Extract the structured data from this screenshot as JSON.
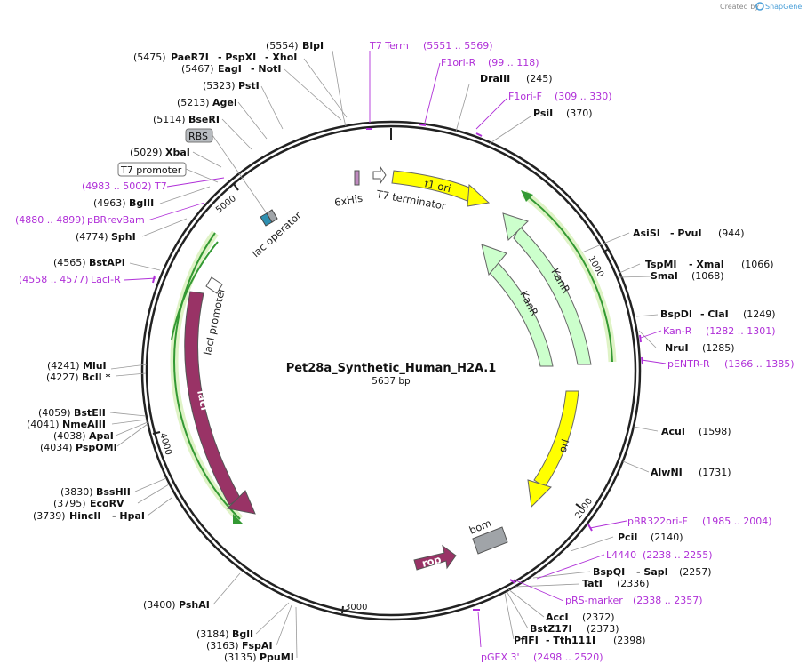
{
  "header": {
    "credit_text": "Created by",
    "credit_brand": "SnapGene"
  },
  "plasmid": {
    "name": "Pet28a_Synthetic_Human_H2A.1",
    "size": "5637 bp"
  },
  "ticks": [
    "1000",
    "2000",
    "3000",
    "4000",
    "5000"
  ],
  "features": {
    "f1_ori": "f1 ori",
    "kanr_outer": "KanR",
    "kanr_inner": "KanR",
    "ori": "ori",
    "bom": "bom",
    "rop": "rop",
    "laci": "lacI",
    "laci_promoter": "lacI promoter",
    "lac_operator": "lac operator",
    "his_tag": "6xHis",
    "t7_terminator": "T7 terminator",
    "rbs": "RBS",
    "t7_promoter": "T7 promoter"
  },
  "sites": [
    {
      "pos": "(5554)",
      "name": "BlpI"
    },
    {
      "pos": "(5475)",
      "name": "PaeR7I",
      "extra": "- PspXI",
      "extra2": "- XhoI"
    },
    {
      "pos": "(5467)",
      "name": "EagI",
      "extra": "- NotI"
    },
    {
      "pos": "(5323)",
      "name": "PstI"
    },
    {
      "pos": "(5213)",
      "name": "AgeI"
    },
    {
      "pos": "(5114)",
      "name": "BseRI"
    },
    {
      "pos": "(5029)",
      "name": "XbaI"
    },
    {
      "pos": "(4963)",
      "name": "BglII"
    },
    {
      "pos": "(4774)",
      "name": "SphI"
    },
    {
      "pos": "(4565)",
      "name": "BstAPI"
    },
    {
      "pos": "(4241)",
      "name": "MluI"
    },
    {
      "pos": "(4227)",
      "name": "BclI *"
    },
    {
      "pos": "(4059)",
      "name": "BstEII"
    },
    {
      "pos": "(4041)",
      "name": "NmeAIII"
    },
    {
      "pos": "(4038)",
      "name": "ApaI"
    },
    {
      "pos": "(4034)",
      "name": "PspOMI"
    },
    {
      "pos": "(3830)",
      "name": "BssHII"
    },
    {
      "pos": "(3795)",
      "name": "EcoRV"
    },
    {
      "pos": "(3739)",
      "name": "HincII",
      "extra": "- HpaI"
    },
    {
      "pos": "(3400)",
      "name": "PshAI"
    },
    {
      "pos": "(3184)",
      "name": "BglI"
    },
    {
      "pos": "(3163)",
      "name": "FspAI"
    },
    {
      "pos": "(3135)",
      "name": "PpuMI"
    },
    {
      "pos": "(245)",
      "name": "DraIII"
    },
    {
      "pos": "(370)",
      "name": "PsiI"
    },
    {
      "pos": "(944)",
      "name": "AsiSI",
      "extra": "- PvuI"
    },
    {
      "pos": "(1066)",
      "name": "TspMI",
      "extra": "- XmaI"
    },
    {
      "pos": "(1068)",
      "name": "SmaI"
    },
    {
      "pos": "(1249)",
      "name": "BspDI",
      "extra": "- ClaI"
    },
    {
      "pos": "(1285)",
      "name": "NruI"
    },
    {
      "pos": "(1598)",
      "name": "AcuI"
    },
    {
      "pos": "(1731)",
      "name": "AlwNI"
    },
    {
      "pos": "(2140)",
      "name": "PciI"
    },
    {
      "pos": "(2257)",
      "name": "BspQI",
      "extra": "- SapI"
    },
    {
      "pos": "(2336)",
      "name": "TatI"
    },
    {
      "pos": "(2372)",
      "name": "AccI"
    },
    {
      "pos": "(2373)",
      "name": "BstZ17I"
    },
    {
      "pos": "(2398)",
      "name": "PflFI",
      "extra": "- Tth111I"
    }
  ],
  "primers": [
    {
      "name": "T7 Term",
      "range": "(5551 .. 5569)"
    },
    {
      "name": "F1ori-R",
      "range": "(99 .. 118)"
    },
    {
      "name": "F1ori-F",
      "range": "(309 .. 330)"
    },
    {
      "name": "T7",
      "range": "(4983 .. 5002)"
    },
    {
      "name": "pBRrevBam",
      "range": "(4880 .. 4899)"
    },
    {
      "name": "LacI-R",
      "range": "(4558 .. 4577)"
    },
    {
      "name": "Kan-R",
      "range": "(1282 .. 1301)"
    },
    {
      "name": "pENTR-R",
      "range": "(1366 .. 1385)"
    },
    {
      "name": "pBR322ori-F",
      "range": "(1985 .. 2004)"
    },
    {
      "name": "L4440",
      "range": "(2238 .. 2255)"
    },
    {
      "name": "pRS-marker",
      "range": "(2338 .. 2357)"
    },
    {
      "name": "pGEX 3'",
      "range": "(2498 .. 2520)"
    }
  ],
  "colors": {
    "backbone": "#222222",
    "primer": "#b030d8",
    "f1_ori": "#ffff00",
    "kanr": "#ccffcc",
    "laci": "#993366",
    "orf_highlight": "#339933",
    "bom": "#a0a4a8",
    "operator": "#2e8fb0"
  }
}
